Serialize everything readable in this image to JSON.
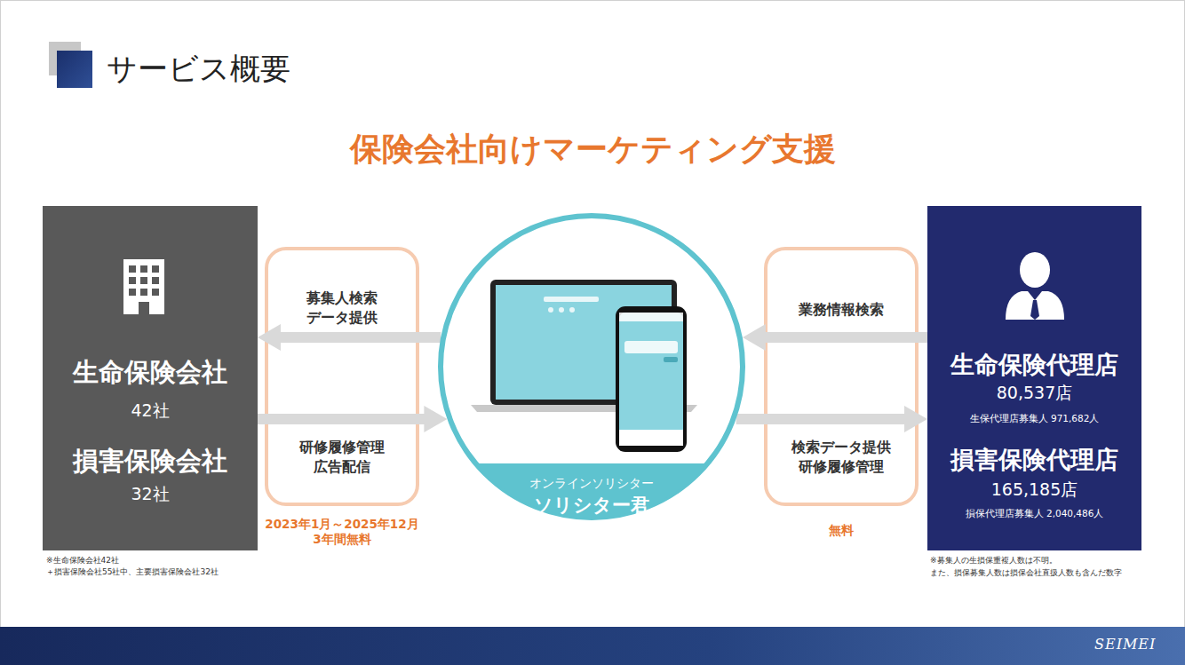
{
  "diagram": {
    "title": "サービス概要",
    "nodes": [
      {
        "text": [
          "生命保険会社",
          "42社",
          "損害保険会社",
          "32社"
        ]
      },
      {
        "text": [
          "オンラインソリシター",
          "ソリシター君"
        ]
      },
      {
        "text": [
          "生命保険代理店",
          "80,537店",
          "生保代理店募集人 971,682人",
          "損害保険代理店",
          "165,185店",
          "損保代理店募集人 2,040,486人"
        ]
      }
    ],
    "edges": [
      {
        "from": 1,
        "to": 0,
        "label": "募集人検索 データ提供",
        "arrow": "to"
      },
      {
        "from": 0,
        "to": 1,
        "label": "研修履修管理 広告配信",
        "arrow": "to"
      },
      {
        "from": 2,
        "to": 1,
        "label": "業務情報検索",
        "arrow": "to"
      },
      {
        "from": 1,
        "to": 2,
        "label": "検索データ提供 研修履修管理",
        "arrow": "to"
      }
    ],
    "labels": [
      "保険会社向けマーケティング支援",
      "2023年1月～2025年12月 3年間無料",
      "無料",
      "※生命保険会社42社",
      "＋損害保険会社55社中、主要損害保険会社32社",
      "※募集人の生損保重複人数は不明。",
      "また、損保募集人数は損保会社直扱人数も含んだ数字",
      "SEIMEI"
    ]
  }
}
